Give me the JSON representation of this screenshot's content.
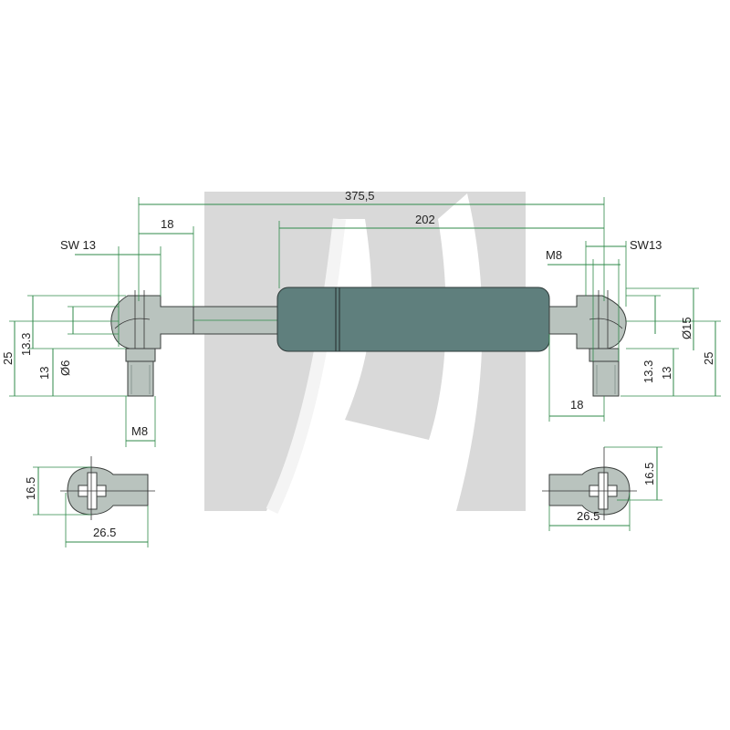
{
  "colors": {
    "dimension_line": "#2f8a4a",
    "cylinder": "#5f7f7d",
    "metal_parts": "#b9c3be",
    "watermark": "#d9d9d9"
  },
  "watermark": {
    "name": "logo-watermark"
  },
  "dimensions": {
    "overall_length": "375,5",
    "cylinder_length": "202",
    "left_ball_offset": "18",
    "right_ball_offset": "18",
    "left_wrench_size": "SW 13",
    "right_wrench_size": "SW13",
    "left_thread": "M8",
    "right_thread": "M8",
    "left_height_25": "25",
    "left_height_13_3": "13.3",
    "left_height_13": "13",
    "left_bore": "Ø6",
    "right_diameter": "Ø15",
    "right_height_25": "25",
    "right_height_13_3": "13.3",
    "right_height_13": "13",
    "left_top_view_height": "16.5",
    "left_top_view_width": "26.5",
    "right_top_view_height": "16.5",
    "right_top_view_width": "26.5"
  }
}
